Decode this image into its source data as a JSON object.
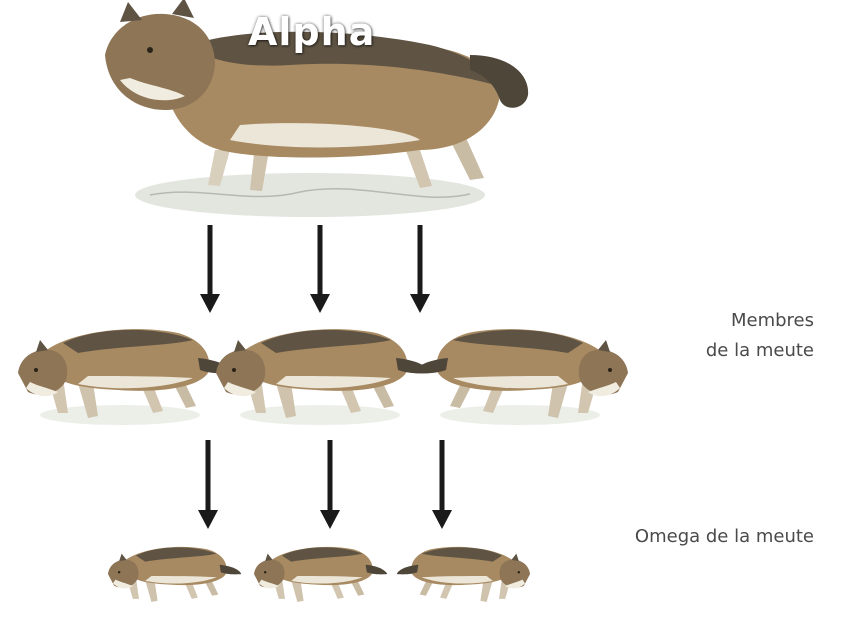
{
  "title": "Alpha",
  "levels": {
    "members_line1": "Membres",
    "members_line2": "de la meute",
    "omega": "Omega de la meute"
  },
  "colors": {
    "wolf_back": "#6b5e4c",
    "wolf_body": "#a88a62",
    "wolf_belly": "#ece6d8",
    "arrow": "#1a1a1a",
    "label_text": "#4a4a4a",
    "title_text": "#ffffff"
  },
  "structure": {
    "alpha_count": 1,
    "member_count": 3,
    "omega_count": 3
  }
}
